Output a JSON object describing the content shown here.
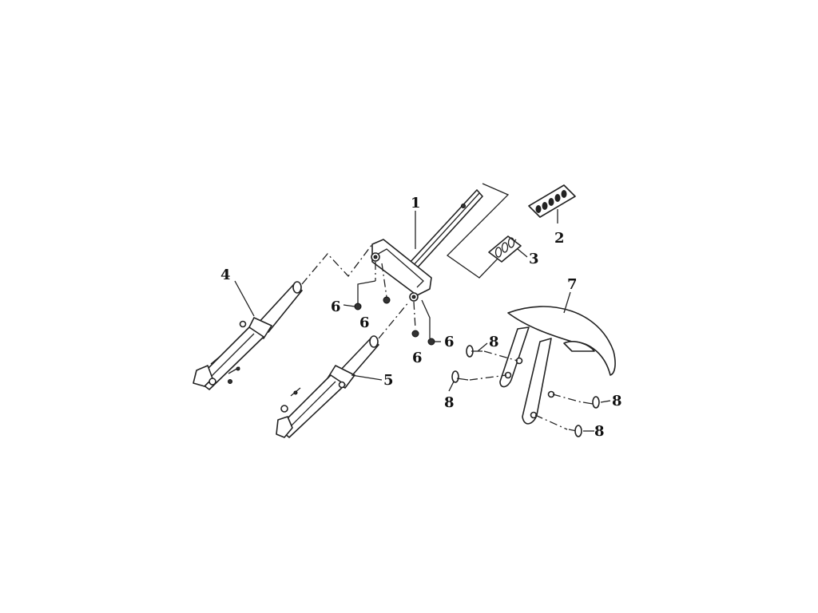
{
  "callouts": {
    "c1": "1",
    "c2": "2",
    "c3": "3",
    "c4": "4",
    "c5": "5",
    "c6a": "6",
    "c6b": "6",
    "c6c": "6",
    "c6d": "6",
    "c7": "7",
    "c8a": "8",
    "c8b": "8",
    "c8c": "8",
    "c8d": "8"
  },
  "colors": {
    "line": "#222222",
    "background": "#ffffff"
  }
}
